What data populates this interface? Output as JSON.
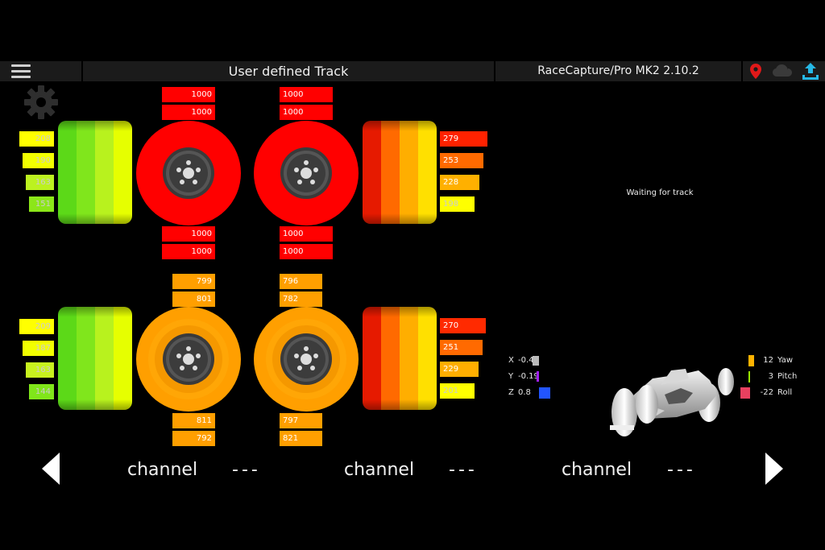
{
  "header": {
    "track_title": "User defined Track",
    "device_title": "RaceCapture/Pro MK2 2.10.2"
  },
  "icons": {
    "menu": "hamburger-icon",
    "settings": "gear-icon",
    "gps": "location-pin-icon",
    "cloud": "cloud-icon",
    "upload": "upload-icon"
  },
  "colors": {
    "red": "#ff0000",
    "orange": "#ff9f00",
    "yellow": "#ffff00",
    "green": "#66e61a",
    "upload_blue": "#26b8e6",
    "pin_red": "#e01919"
  },
  "wheels": {
    "front_left": {
      "brake_temps": [
        "1000",
        "1000"
      ],
      "brake_temps_bottom": [
        "1000",
        "1000"
      ],
      "tire_temps": [
        "208",
        "190",
        "163",
        "151"
      ]
    },
    "front_right": {
      "brake_temps": [
        "1000",
        "1000"
      ],
      "brake_temps_bottom": [
        "1000",
        "1000"
      ],
      "tire_temps": [
        "279",
        "253",
        "228",
        "198"
      ]
    },
    "rear_left": {
      "brake_temps": [
        "799",
        "801"
      ],
      "brake_temps_bottom": [
        "811",
        "792"
      ],
      "tire_temps": [
        "209",
        "187",
        "163",
        "144"
      ]
    },
    "rear_right": {
      "brake_temps": [
        "796",
        "782"
      ],
      "brake_temps_bottom": [
        "797",
        "821"
      ],
      "tire_temps": [
        "270",
        "251",
        "229",
        "201"
      ]
    }
  },
  "map": {
    "status": "Waiting for track"
  },
  "imu": {
    "accel": [
      {
        "axis": "X",
        "value": "-0.48",
        "color": "#bbbbbb"
      },
      {
        "axis": "Y",
        "value": "-0.19",
        "color": "#a020f0"
      },
      {
        "axis": "Z",
        "value": "0.8",
        "color": "#2255ff"
      }
    ],
    "gyro": [
      {
        "value": "12",
        "label": "Yaw",
        "color": "#ffb300"
      },
      {
        "value": "3",
        "label": "Pitch",
        "color": "#99e600"
      },
      {
        "value": "-22",
        "label": "Roll",
        "color": "#e8405f"
      }
    ]
  },
  "bottom": {
    "channels": [
      {
        "label": "channel",
        "value": "---"
      },
      {
        "label": "channel",
        "value": "---"
      },
      {
        "label": "channel",
        "value": "---"
      }
    ]
  }
}
